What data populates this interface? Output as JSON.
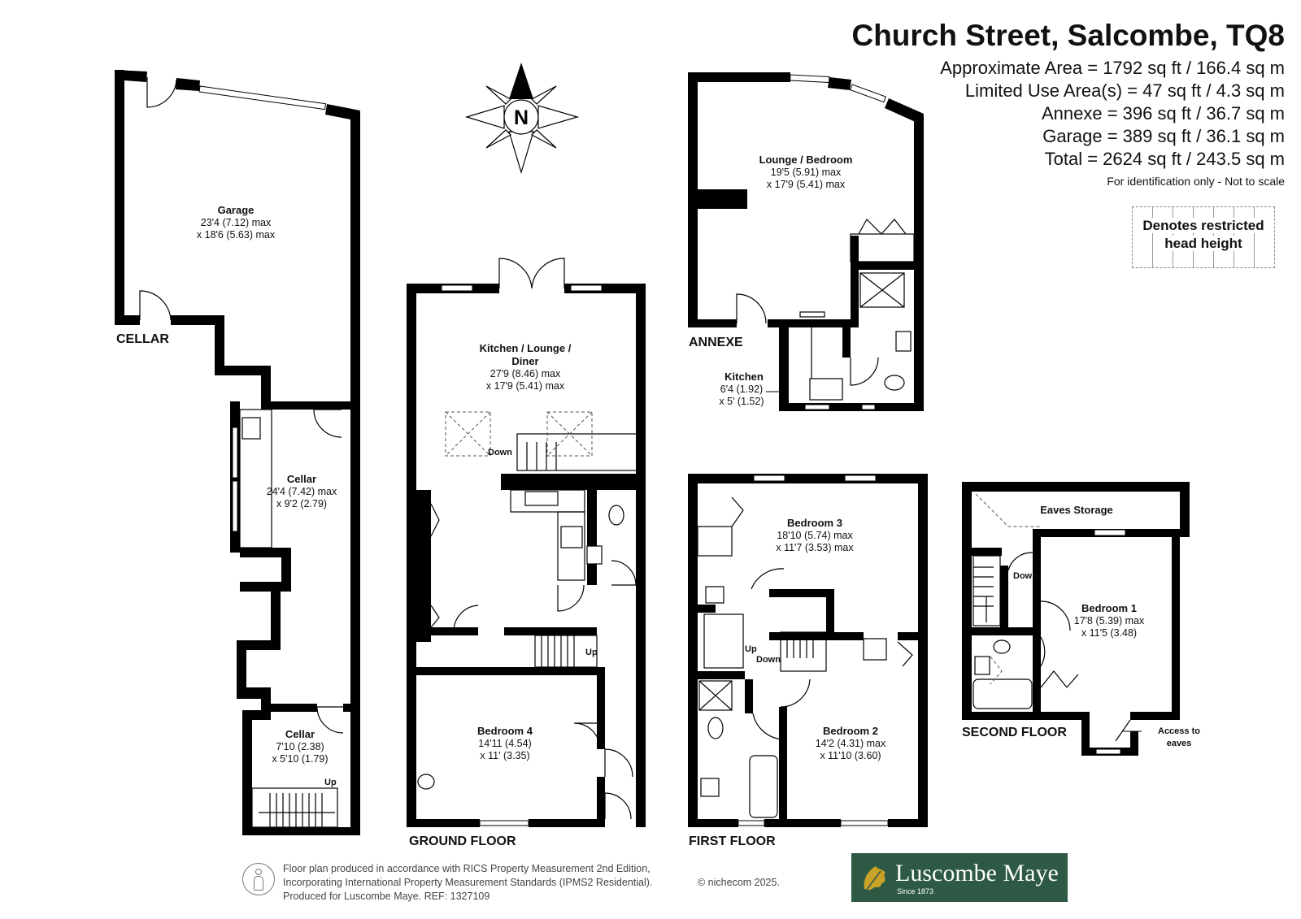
{
  "header": {
    "title": "Church Street, Salcombe, TQ8",
    "areas": [
      "Approximate Area = 1792 sq ft / 166.4 sq m",
      "Limited Use Area(s) = 47 sq ft / 4.3 sq m",
      "Annexe = 396 sq ft / 36.7 sq m",
      "Garage = 389 sq ft / 36.1 sq m",
      "Total = 2624 sq ft / 243.5 sq m"
    ],
    "note": "For identification only - Not to scale"
  },
  "legend": {
    "line1": "Denotes restricted",
    "line2": "head height"
  },
  "compass": {
    "label": "N"
  },
  "floors": {
    "cellar": "CELLAR",
    "annexe": "ANNEXE",
    "ground": "GROUND FLOOR",
    "first": "FIRST FLOOR",
    "second": "SECOND FLOOR"
  },
  "rooms": {
    "garage": {
      "name": "Garage",
      "dim1": "23'4 (7.12) max",
      "dim2": "x 18'6 (5.63) max"
    },
    "cellar_main": {
      "name": "Cellar",
      "dim1": "24'4 (7.42) max",
      "dim2": "x 9'2 (2.79)"
    },
    "cellar_small": {
      "name": "Cellar",
      "dim1": "7'10 (2.38)",
      "dim2": "x 5'10 (1.79)"
    },
    "kitchen_lounge": {
      "name1": "Kitchen / Lounge /",
      "name2": "Diner",
      "dim1": "27'9 (8.46) max",
      "dim2": "x 17'9 (5.41) max"
    },
    "bedroom4": {
      "name": "Bedroom 4",
      "dim1": "14'11 (4.54)",
      "dim2": "x 11' (3.35)"
    },
    "lounge_bedroom": {
      "name": "Lounge / Bedroom",
      "dim1": "19'5 (5.91) max",
      "dim2": "x 17'9 (5.41) max"
    },
    "kitchen_annexe": {
      "name": "Kitchen",
      "dim1": "6'4 (1.92)",
      "dim2": "x 5' (1.52)"
    },
    "bedroom3": {
      "name": "Bedroom 3",
      "dim1": "18'10 (5.74) max",
      "dim2": "x 11'7 (3.53) max"
    },
    "bedroom2": {
      "name": "Bedroom 2",
      "dim1": "14'2 (4.31) max",
      "dim2": "x 11'10 (3.60)"
    },
    "bedroom1": {
      "name": "Bedroom 1",
      "dim1": "17'8 (5.39) max",
      "dim2": "x 11'5 (3.48)"
    },
    "eaves": {
      "name": "Eaves Storage"
    }
  },
  "labels": {
    "up": "Up",
    "down": "Down",
    "access1": "Access to",
    "access2": "eaves"
  },
  "footer": {
    "line1": "Floor plan produced in accordance with RICS Property Measurement 2nd Edition,",
    "line2": "Incorporating International Property Measurement Standards (IPMS2 Residential).",
    "line3": "Produced for Luscombe Maye.   REF: 1327109",
    "copyright": "© nichecom 2025."
  },
  "logo": {
    "name": "Luscombe Maye",
    "since": "Since 1873"
  },
  "colors": {
    "wall": "#000000",
    "logo_bg": "#2e5a45"
  }
}
